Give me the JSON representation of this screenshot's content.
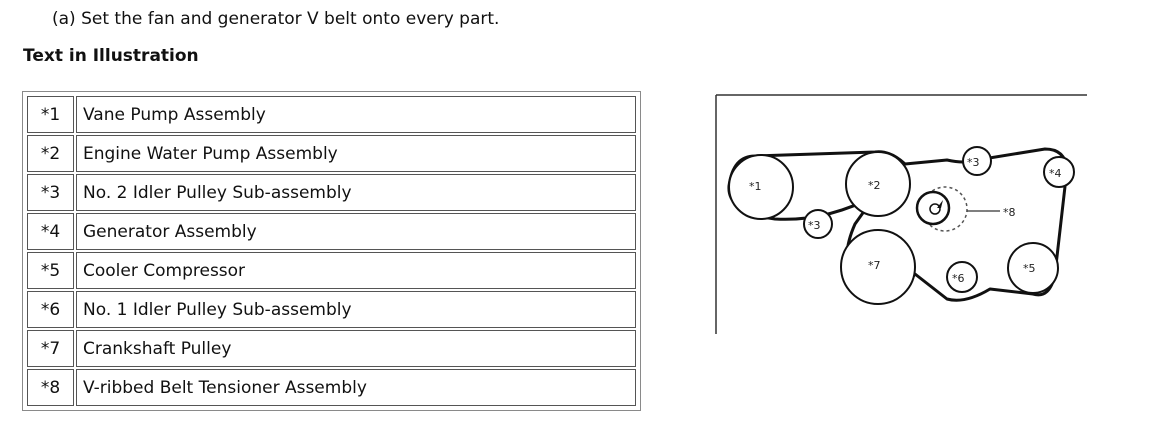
{
  "instruction": "(a) Set the fan and generator V belt onto every part.",
  "section_title": "Text in Illustration",
  "legend": [
    {
      "code": "*1",
      "label": "Vane Pump Assembly"
    },
    {
      "code": "*2",
      "label": "Engine Water Pump Assembly"
    },
    {
      "code": "*3",
      "label": "No. 2 Idler Pulley Sub-assembly"
    },
    {
      "code": "*4",
      "label": "Generator Assembly"
    },
    {
      "code": "*5",
      "label": "Cooler Compressor"
    },
    {
      "code": "*6",
      "label": "No. 1 Idler Pulley Sub-assembly"
    },
    {
      "code": "*7",
      "label": "Crankshaft Pulley"
    },
    {
      "code": "*8",
      "label": "V-ribbed Belt Tensioner Assembly"
    }
  ],
  "diagram": {
    "labels": {
      "p1": "*1",
      "p2": "*2",
      "p3a": "*3",
      "p3b": "*3",
      "p4": "*4",
      "p5": "*5",
      "p6": "*6",
      "p7": "*7",
      "p8": "*8"
    }
  }
}
